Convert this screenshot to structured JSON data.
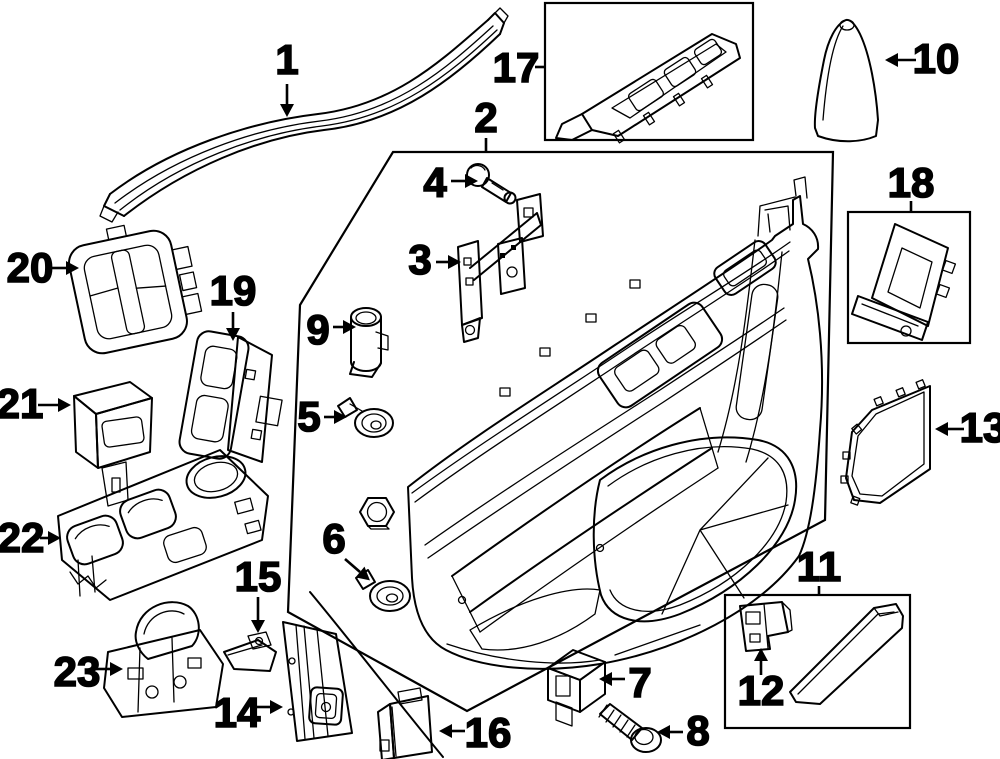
{
  "figure": {
    "kind": "exploded-parts-diagram",
    "background_color": "#ffffff",
    "line_color": "#000000"
  },
  "callouts": {
    "c1": "1",
    "c2": "2",
    "c3": "3",
    "c4": "4",
    "c5": "5",
    "c6": "6",
    "c7": "7",
    "c8": "8",
    "c9": "9",
    "c10": "10",
    "c11": "11",
    "c12": "12",
    "c13": "13",
    "c14": "14",
    "c15": "15",
    "c16": "16",
    "c17": "17",
    "c18": "18",
    "c19": "19",
    "c20": "20",
    "c21": "21",
    "c22": "22",
    "c23": "23"
  }
}
